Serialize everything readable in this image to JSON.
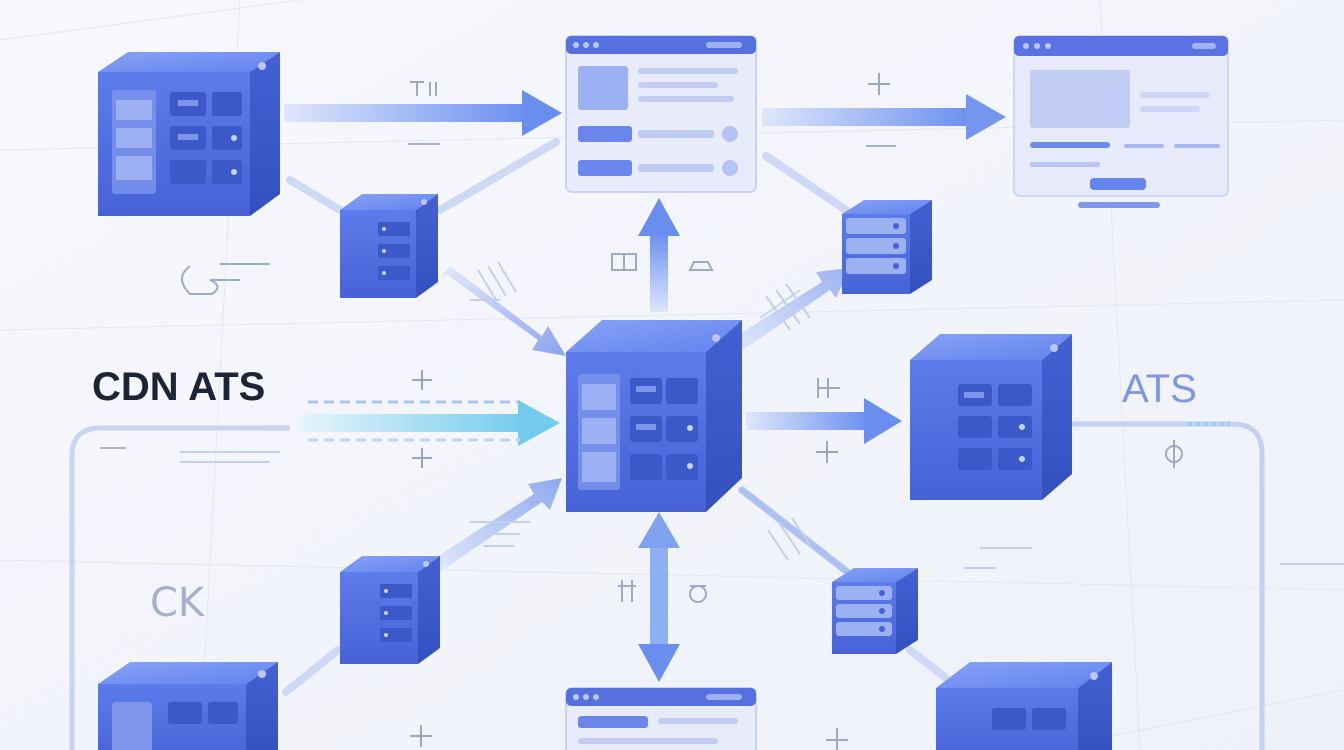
{
  "labels": {
    "left_title": "CDN ATS",
    "right_title": "ATS",
    "left_faint": "CK"
  },
  "colors": {
    "background": "#f3f5fb",
    "cube_top": "#6e8ff0",
    "cube_front": "#5373e2",
    "cube_side": "#3b57c8",
    "panel_dark": "#4a66d6",
    "arrow_blue": "#6a8ef0",
    "arrow_cyan": "#7fd2ee",
    "window_bar": "#5770e0",
    "window_body": "#e6eafb",
    "text_dark": "#1d2436",
    "text_accent": "#7f95e6",
    "text_faint": "#9aa5c2"
  },
  "icons": [
    "server-cube-icon",
    "storage-stack-icon",
    "browser-window-icon",
    "arrow-icon",
    "plus-symbol-icon",
    "minus-symbol-icon"
  ]
}
